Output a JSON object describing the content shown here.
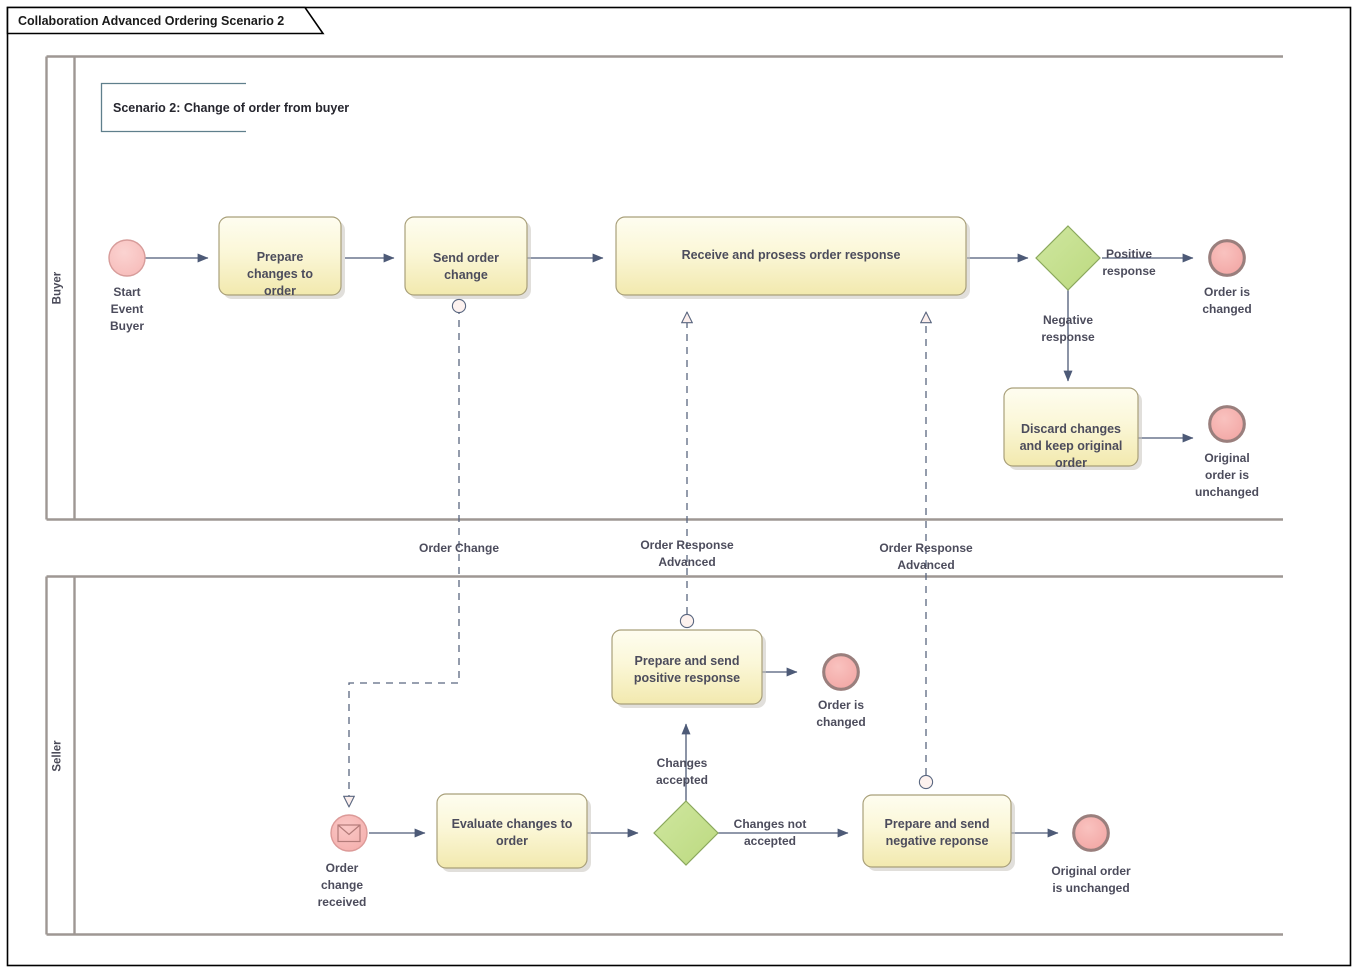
{
  "diagram": {
    "title": "Collaboration Advanced Ordering Scenario 2",
    "annotation": "Scenario 2: Change of order from buyer",
    "type": "bpmn-collaboration",
    "colors": {
      "task_fill_top": "#fdfbe7",
      "task_fill_bottom": "#f4ecb6",
      "task_border": "#a9a07a",
      "gateway_fill": "#c6e08d",
      "gateway_border": "#8aa85c",
      "end_event_fill": "#f5b0ae",
      "end_event_border": "#9a7f7d",
      "start_event_fill": "#f7c3c1",
      "start_event_border": "#d79c9a",
      "connector_line": "#4d5a77",
      "pool_border": "#9e9793",
      "annotation_border": "#5f7f8c",
      "message_flow": "#4d5a77",
      "frame": "#000000"
    }
  },
  "pools": [
    {
      "id": "buyer",
      "label": "Buyer"
    },
    {
      "id": "seller",
      "label": "Seller"
    }
  ],
  "buyer": {
    "start_event": {
      "label": "Start Event Buyer",
      "lines": [
        "Start",
        "Event",
        "Buyer"
      ],
      "kind": "start-event-none"
    },
    "tasks": [
      {
        "id": "prepare-changes",
        "lines": [
          "Prepare",
          "changes to",
          "order"
        ],
        "label": "Prepare changes to order"
      },
      {
        "id": "send-order-change",
        "lines": [
          "Send order",
          "change"
        ],
        "label": "Send order change"
      },
      {
        "id": "receive-process-response",
        "lines": [
          "Receive and prosess order response"
        ],
        "label": "Receive and prosess order response"
      },
      {
        "id": "discard-changes",
        "lines": [
          "Discard changes",
          "and keep original",
          "order"
        ],
        "label": "Discard changes and keep original order"
      }
    ],
    "gateway": {
      "id": "buyer-gateway",
      "label": "",
      "kind": "exclusive-gateway"
    },
    "flow_labels": [
      {
        "id": "positive-response",
        "lines": [
          "Positive",
          "response"
        ],
        "label": "Positive response"
      },
      {
        "id": "negative-response",
        "lines": [
          "Negative",
          "response"
        ],
        "label": "Negative response"
      }
    ],
    "end_events": [
      {
        "id": "order-is-changed",
        "lines": [
          "Order is",
          "changed"
        ],
        "label": "Order is changed",
        "kind": "end-event-none"
      },
      {
        "id": "original-order-unchanged",
        "lines": [
          "Original",
          "order is",
          "unchanged"
        ],
        "label": "Original order is unchanged",
        "kind": "end-event-none"
      }
    ]
  },
  "seller": {
    "start_event": {
      "id": "order-change-received",
      "lines": [
        "Order",
        "change",
        "received"
      ],
      "label": "Order change received",
      "kind": "start-event-message"
    },
    "tasks": [
      {
        "id": "evaluate-changes",
        "lines": [
          "Evaluate changes to",
          "order"
        ],
        "label": "Evaluate changes to order"
      },
      {
        "id": "prepare-positive",
        "lines": [
          "Prepare and send",
          "positive response"
        ],
        "label": "Prepare and send positive response"
      },
      {
        "id": "prepare-negative",
        "lines": [
          "Prepare and send",
          "negative reponse"
        ],
        "label": "Prepare and send negative reponse"
      }
    ],
    "gateway": {
      "id": "seller-gateway",
      "label": "",
      "kind": "exclusive-gateway"
    },
    "flow_labels": [
      {
        "id": "changes-accepted",
        "lines": [
          "Changes",
          "accepted"
        ],
        "label": "Changes accepted"
      },
      {
        "id": "changes-not-accepted",
        "lines": [
          "Changes not",
          "accepted"
        ],
        "label": "Changes not accepted"
      }
    ],
    "end_events": [
      {
        "id": "seller-order-is-changed",
        "lines": [
          "Order is",
          "changed"
        ],
        "label": "Order is changed",
        "kind": "end-event-none"
      },
      {
        "id": "seller-original-order-unchanged",
        "lines": [
          "Original order",
          "is unchanged"
        ],
        "label": "Original order is unchanged",
        "kind": "end-event-none"
      }
    ]
  },
  "message_flows": [
    {
      "id": "order-change",
      "lines": [
        "Order Change"
      ],
      "label": "Order Change",
      "from": "send-order-change",
      "to": "order-change-received"
    },
    {
      "id": "order-response-advanced-1",
      "lines": [
        "Order Response",
        "Advanced"
      ],
      "label": "Order Response Advanced",
      "from": "prepare-positive",
      "to": "receive-process-response"
    },
    {
      "id": "order-response-advanced-2",
      "lines": [
        "Order Response",
        "Advanced"
      ],
      "label": "Order Response Advanced",
      "from": "prepare-negative",
      "to": "receive-process-response"
    }
  ]
}
